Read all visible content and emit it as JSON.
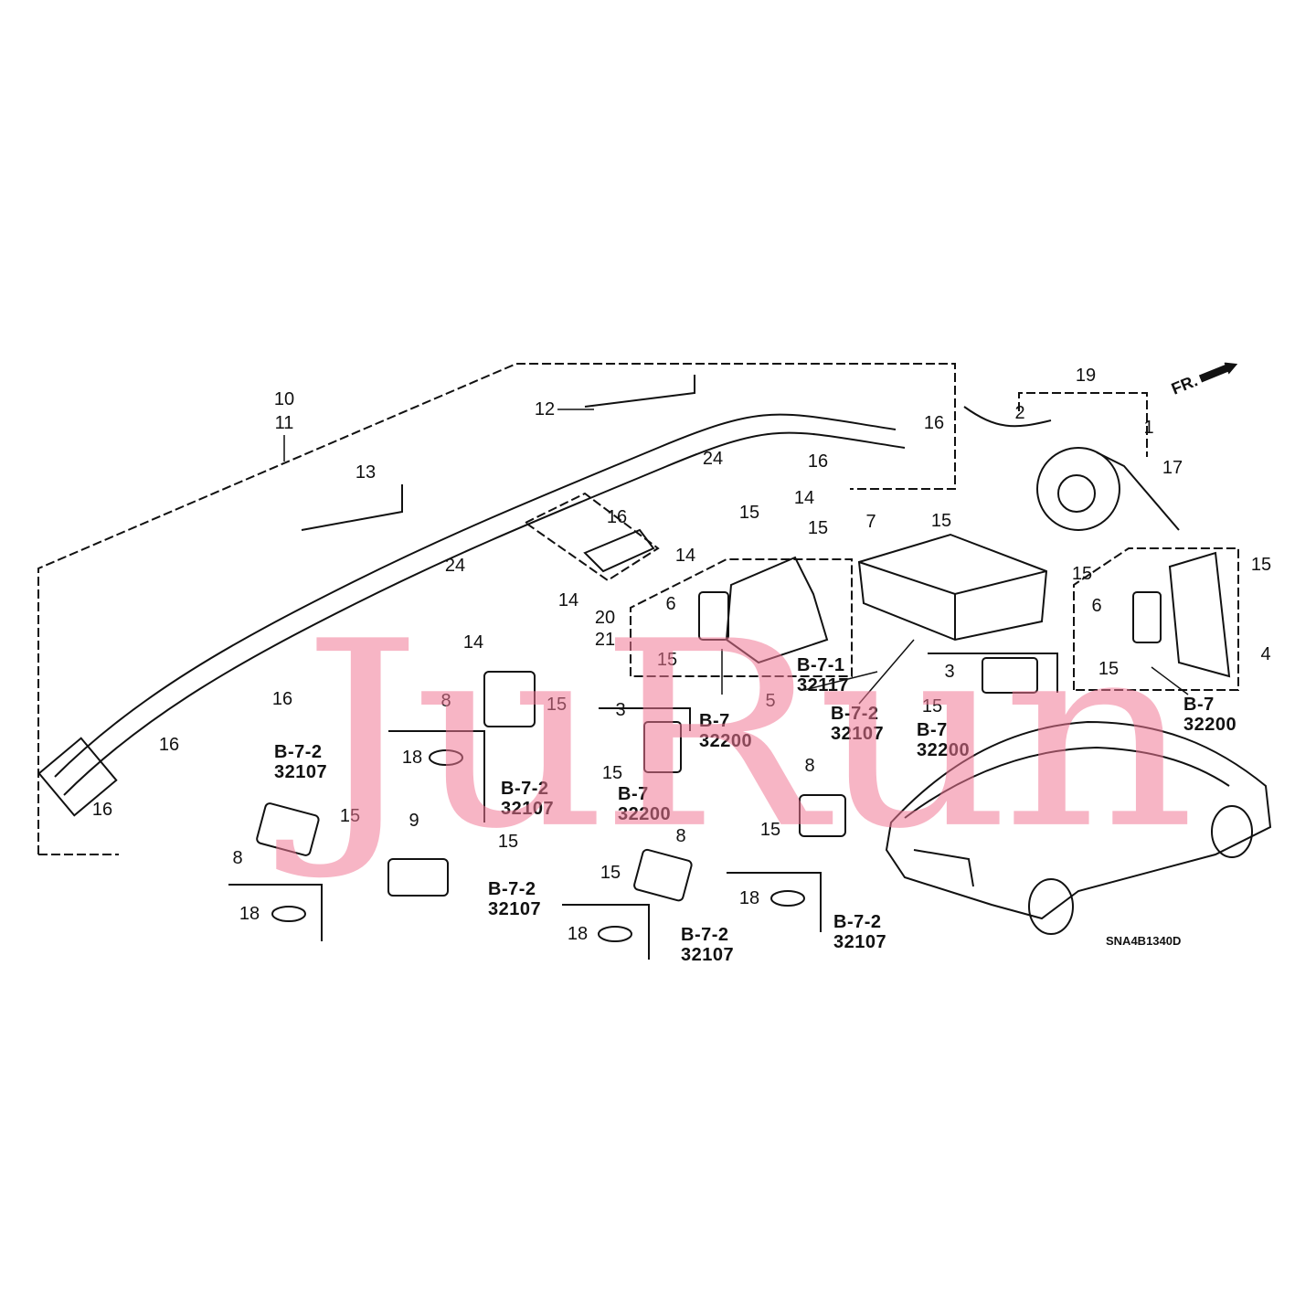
{
  "diagram_code": "SNA4B1340D",
  "front_indicator": "FR.",
  "watermark": "JuRun",
  "callouts": [
    "10",
    "11",
    "12",
    "13",
    "16",
    "16",
    "24",
    "14",
    "16",
    "15",
    "15",
    "14",
    "24",
    "14",
    "20",
    "21",
    "14",
    "6",
    "15",
    "5",
    "7",
    "15",
    "15",
    "19",
    "2",
    "1",
    "17",
    "15",
    "6",
    "15",
    "4",
    "3",
    "15",
    "3",
    "15",
    "8",
    "15",
    "18",
    "16",
    "16",
    "16",
    "15",
    "8",
    "9",
    "15",
    "15",
    "8",
    "8",
    "15",
    "18",
    "18",
    "18"
  ],
  "refs": [
    {
      "section": "B-7-2",
      "part": "32107"
    },
    {
      "section": "B-7-2",
      "part": "32107"
    },
    {
      "section": "B-7-2",
      "part": "32107"
    },
    {
      "section": "B-7-2",
      "part": "32107"
    },
    {
      "section": "B-7-2",
      "part": "32107"
    },
    {
      "section": "B-7-2",
      "part": "32107"
    },
    {
      "section": "B-7",
      "part": "32200"
    },
    {
      "section": "B-7",
      "part": "32200"
    },
    {
      "section": "B-7",
      "part": "32200"
    },
    {
      "section": "B-7",
      "part": "32200"
    },
    {
      "section": "B-7-1",
      "part": "32117"
    }
  ]
}
